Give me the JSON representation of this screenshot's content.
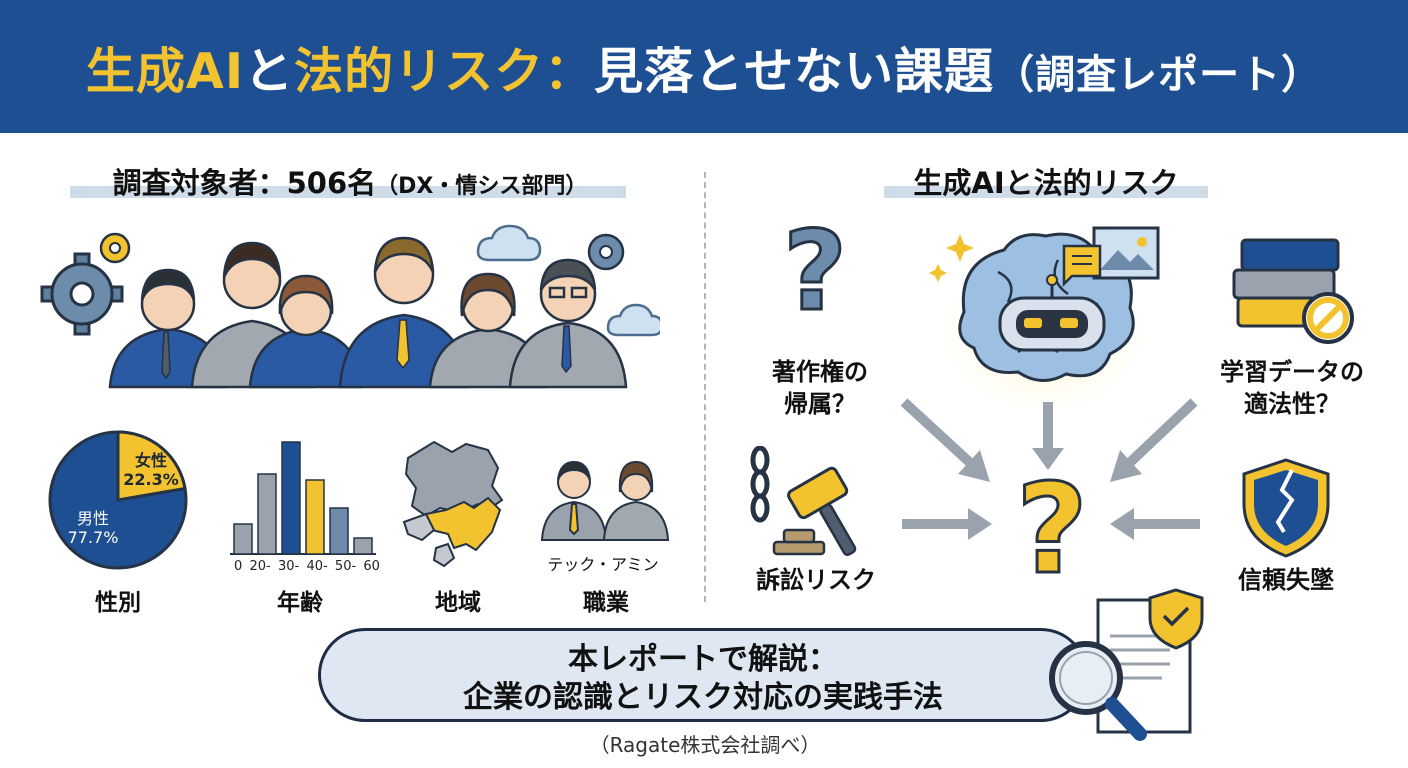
{
  "header": {
    "title_highlight": "生成AI",
    "title_part2": "と",
    "title_highlight2": "法的リスク：",
    "title_main": "見落とせない課題",
    "title_sub": "（調査レポート）"
  },
  "left": {
    "heading_main": "調査対象者：506名",
    "heading_sub": "（DX・情シス部門）",
    "gender": {
      "label": "性別",
      "female_label": "女性",
      "female_pct": "22.3%",
      "male_label": "男性",
      "male_pct": "77.7%",
      "female_share": 0.223,
      "colors": {
        "male": "#1e4f93",
        "female": "#f2c32e"
      }
    },
    "age": {
      "label": "年齢",
      "ticks": [
        "0",
        "20-",
        "30-",
        "40-",
        "50-",
        "60"
      ]
    },
    "region": {
      "label": "地域"
    },
    "occupation": {
      "label": "職業",
      "caption": "テック・アミン"
    }
  },
  "right": {
    "heading": "生成AIと法的リスク",
    "risks": {
      "copyright": "著作権の\n帰属？",
      "training_data": "学習データの\n適法性？",
      "litigation": "訴訟リスク",
      "trust": "信頼失墜"
    }
  },
  "summary": {
    "line1": "本レポートで解説：",
    "line2": "企業の認識とリスク対応の実践手法"
  },
  "credit": "（Ragate株式会社調べ）",
  "colors": {
    "navy": "#1e4f93",
    "yellow": "#f2c32e",
    "gray": "#9aa3ad",
    "light_blue": "#cfdce9"
  }
}
